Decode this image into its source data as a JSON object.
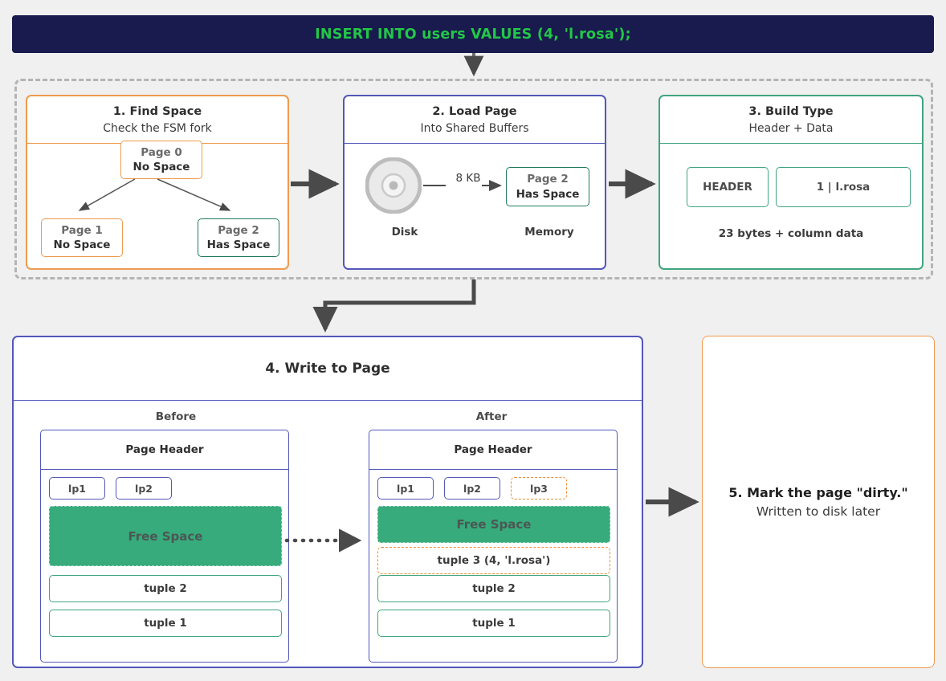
{
  "banner": {
    "sql": "INSERT INTO users VALUES (4, 'l.rosa');",
    "bg_color": "#191A4D",
    "text_color": "#21C846"
  },
  "colors": {
    "orange": "#EF9A4F",
    "blue": "#5257BB",
    "green": "#3FA57E",
    "green_fill": "#37AB7C",
    "arrow": "#4A4A4A",
    "dashed_group": "#B4B4B4",
    "page_bg": "#F0F0F0"
  },
  "steps": [
    {
      "id": "step1",
      "title": "1. Find Space",
      "subtitle": "Check the FSM fork",
      "accent": "orange",
      "fsm_nodes": [
        {
          "name": "Page 0",
          "state": "No Space",
          "accent": "orange"
        },
        {
          "name": "Page 1",
          "state": "No Space",
          "accent": "orange"
        },
        {
          "name": "Page 2",
          "state": "Has Space",
          "accent": "green"
        }
      ]
    },
    {
      "id": "step2",
      "title": "2. Load Page",
      "subtitle": "Into Shared Buffers",
      "accent": "blue",
      "disk_label": "Disk",
      "memory_label": "Memory",
      "transfer_label": "8 KB",
      "buffer_page": {
        "name": "Page 2",
        "state": "Has Space"
      }
    },
    {
      "id": "step3",
      "title": "3. Build Type",
      "subtitle": "Header + Data",
      "accent": "green",
      "slots": [
        "HEADER",
        "1 | l.rosa"
      ],
      "footnote": "23 bytes + column data"
    },
    {
      "id": "step4",
      "title": "4. Write to Page",
      "accent": "blue",
      "columns": [
        {
          "label": "Before",
          "page_header": "Page Header",
          "line_pointers": [
            "lp1",
            "lp2"
          ],
          "free_space": "Free Space",
          "tuples": [
            "tuple 2",
            "tuple 1"
          ],
          "new_tuple": null
        },
        {
          "label": "After",
          "page_header": "Page Header",
          "line_pointers": [
            "lp1",
            "lp2",
            "lp3"
          ],
          "free_space": "Free Space",
          "new_tuple": "tuple 3 (4, 'l.rosa')",
          "tuples": [
            "tuple 2",
            "tuple 1"
          ]
        }
      ]
    },
    {
      "id": "step5",
      "title": "5. Mark the page \"dirty.\"",
      "subtitle": "Written to disk later",
      "accent": "orange"
    }
  ]
}
